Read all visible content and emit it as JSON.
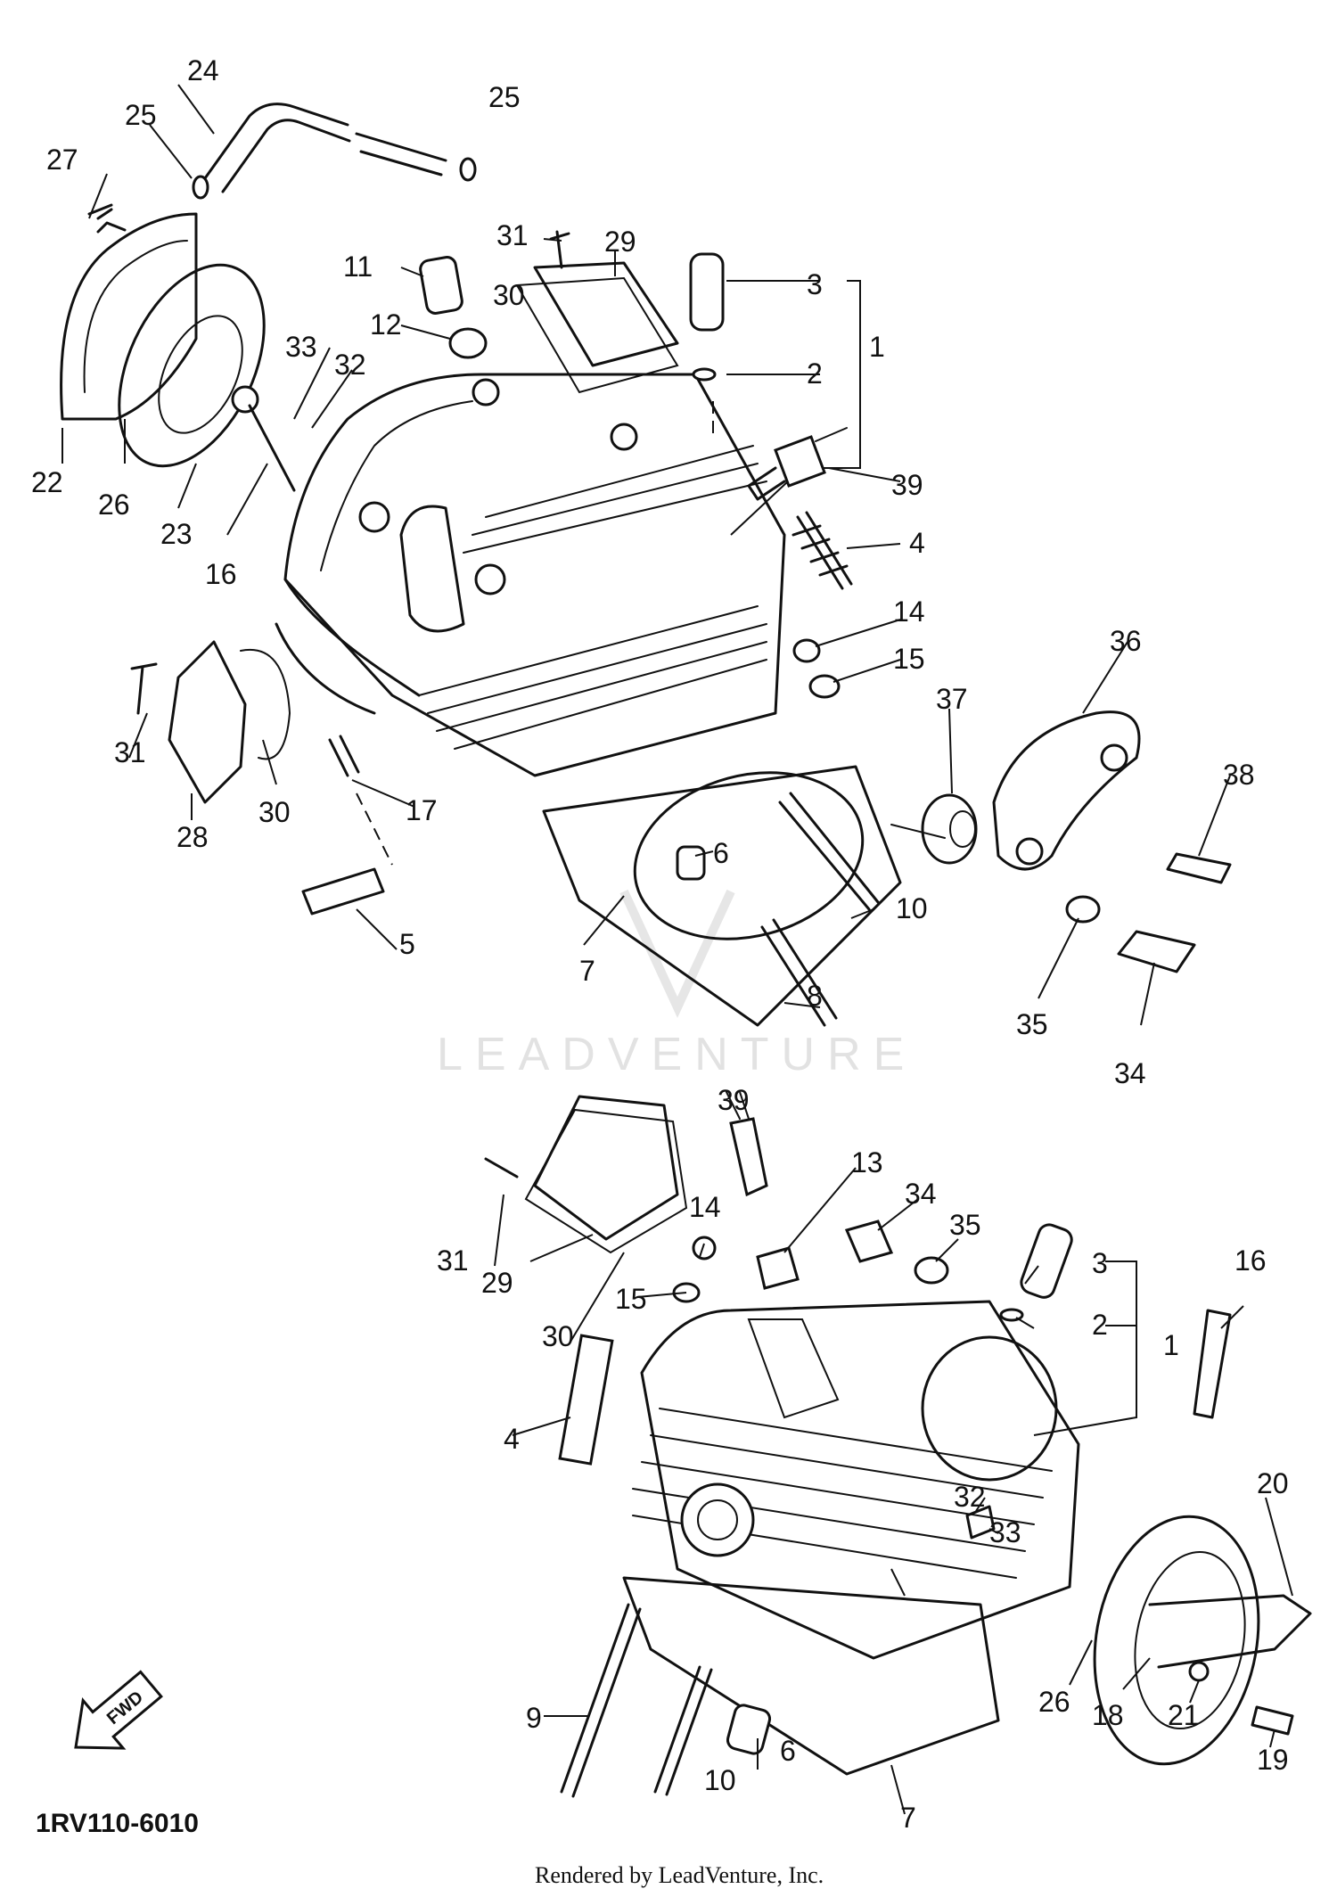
{
  "diagram": {
    "part_code": "1RV110-6010",
    "render_credit": "Rendered by LeadVenture, Inc.",
    "watermark": "LEADVENTURE",
    "direction_label": "FWD"
  },
  "callouts_upper": [
    "24",
    "25",
    "25",
    "27",
    "31",
    "29",
    "3",
    "1",
    "2",
    "11",
    "30",
    "12",
    "33",
    "32",
    "22",
    "26",
    "23",
    "16",
    "39",
    "4",
    "14",
    "15",
    "36",
    "37",
    "38",
    "31",
    "30",
    "28",
    "17",
    "6",
    "10",
    "7",
    "5",
    "35",
    "8",
    "34"
  ],
  "callouts_lower": [
    "39",
    "13",
    "34",
    "35",
    "3",
    "2",
    "1",
    "31",
    "14",
    "29",
    "15",
    "30",
    "16",
    "4",
    "20",
    "32",
    "33",
    "9",
    "6",
    "10",
    "7",
    "26",
    "18",
    "21",
    "19"
  ]
}
